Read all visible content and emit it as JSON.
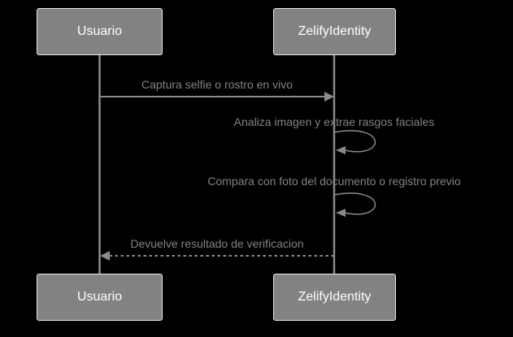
{
  "diagram": {
    "type": "sequence",
    "actors": [
      {
        "name": "Usuario"
      },
      {
        "name": "ZelifyIdentity"
      }
    ],
    "messages": [
      {
        "from": "Usuario",
        "to": "ZelifyIdentity",
        "style": "solid-arrow",
        "text": "Captura selfie o rostro en vivo"
      },
      {
        "from": "ZelifyIdentity",
        "to": "ZelifyIdentity",
        "style": "self-loop",
        "text": "Analiza imagen y extrae rasgos faciales"
      },
      {
        "from": "ZelifyIdentity",
        "to": "ZelifyIdentity",
        "style": "self-loop",
        "text": "Compara con foto del documento o registro previo"
      },
      {
        "from": "ZelifyIdentity",
        "to": "Usuario",
        "style": "dashed-arrow",
        "text": "Devuelve resultado de verificacion"
      }
    ]
  },
  "colors": {
    "background": "#000000",
    "actor_fill": "#828282",
    "actor_border": "#e8e8e8",
    "actor_text": "#ffffff",
    "message_text": "#828282",
    "line_color": "#8a8a8a"
  }
}
